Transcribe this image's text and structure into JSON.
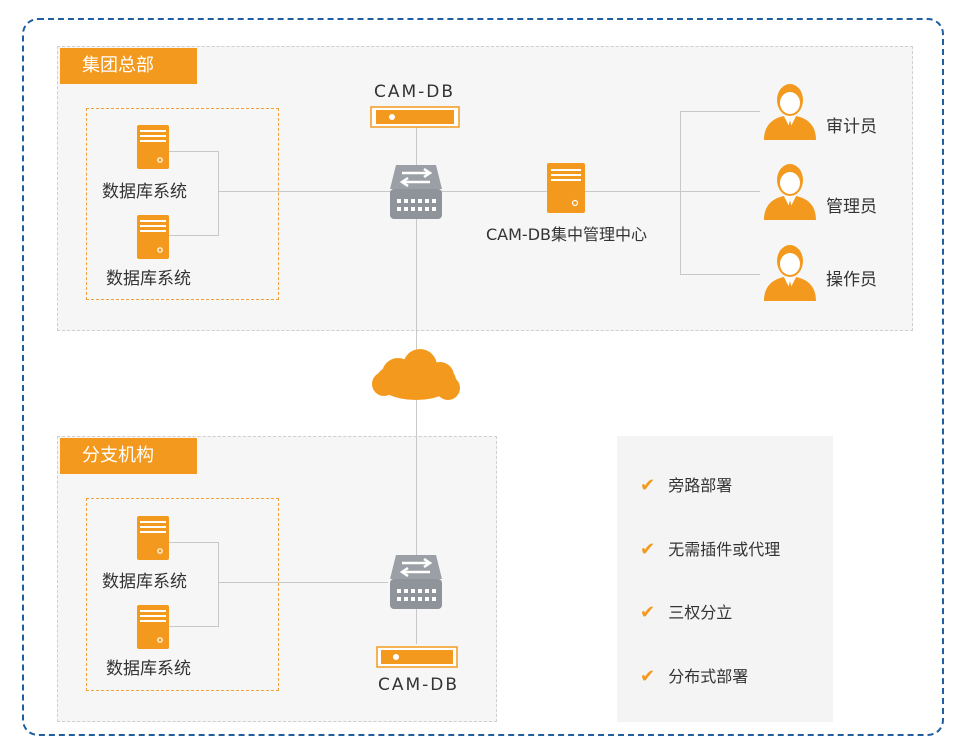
{
  "hq": {
    "title": "集团总部",
    "db_labels": [
      "数据库系统",
      "数据库系统"
    ],
    "cam_db_label": "CAM-DB",
    "mgmt_center_label": "CAM-DB集中管理中心",
    "users": [
      "审计员",
      "管理员",
      "操作员"
    ]
  },
  "branch": {
    "title": "分支机构",
    "db_labels": [
      "数据库系统",
      "数据库系统"
    ],
    "cam_db_label": "CAM-DB"
  },
  "features": [
    "旁路部署",
    "无需插件或代理",
    "三权分立",
    "分布式部署"
  ],
  "colors": {
    "accent": "#f39a1e",
    "frame": "#1f5fa0",
    "switch": "#9aa0a6"
  }
}
